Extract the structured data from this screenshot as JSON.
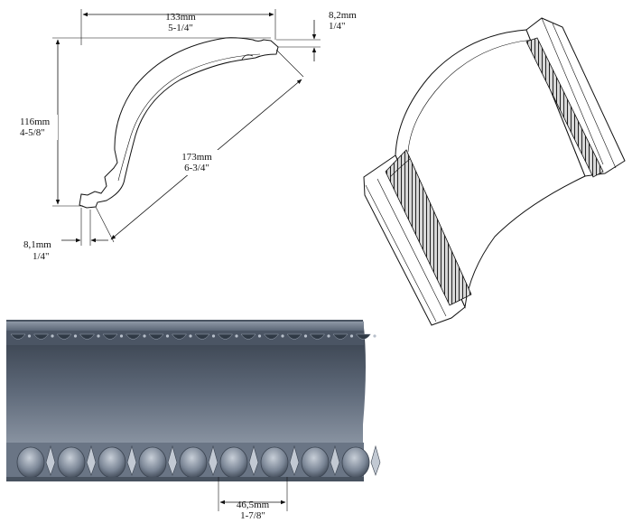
{
  "profile_dimensions": {
    "width": {
      "metric": "133mm",
      "imperial": "5-1/4\""
    },
    "top_step": {
      "metric": "8,2mm",
      "imperial": "1/4\""
    },
    "height": {
      "metric": "116mm",
      "imperial": "4-5/8\""
    },
    "diagonal": {
      "metric": "173mm",
      "imperial": "6-3/4\""
    },
    "bottom_step": {
      "metric": "8,1mm",
      "imperial": "1/4\""
    }
  },
  "ornament_dimension": {
    "metric": "46,5mm",
    "imperial": "1-7/8\""
  },
  "colors": {
    "line": "#111111",
    "molding_dark": "#2f3945",
    "molding_mid": "#5a6676",
    "molding_light": "#9aa4b1"
  }
}
